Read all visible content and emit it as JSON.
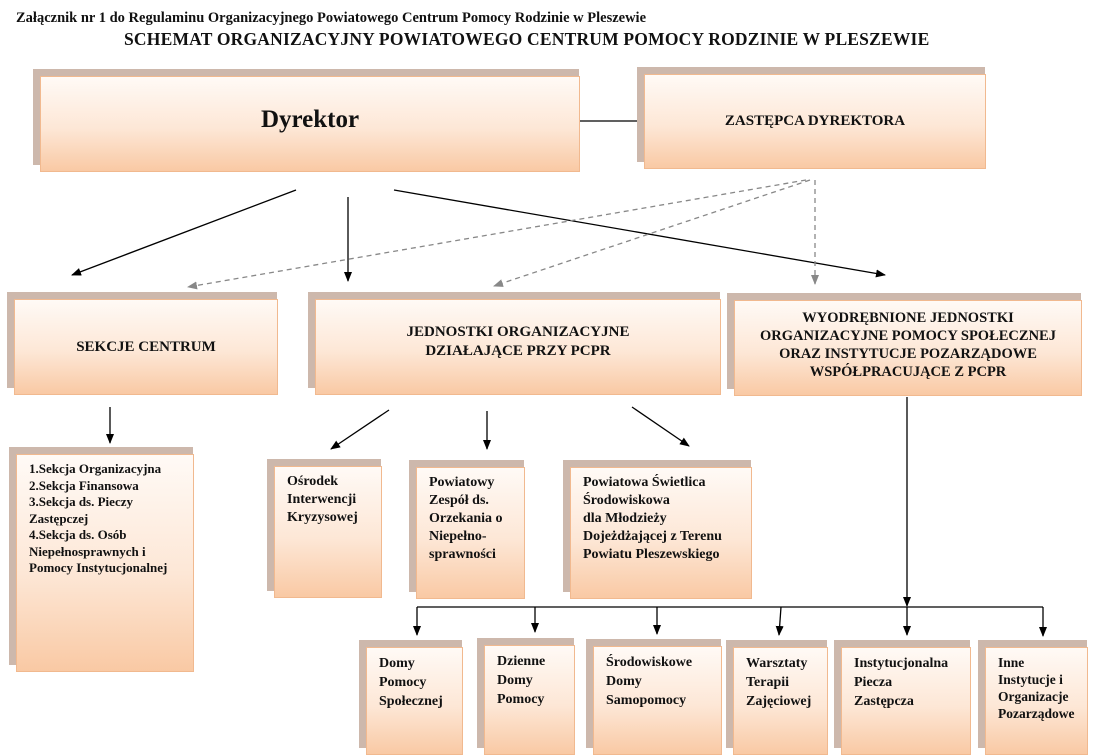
{
  "header": {
    "annex": "Załącznik nr 1 do Regulaminu Organizacyjnego Powiatowego Centrum Pomocy Rodzinie w Pleszewie",
    "title": "SCHEMAT ORGANIZACYJNY POWIATOWEGO CENTRUM POMOCY RODZINIE W PLESZEWIE"
  },
  "top": {
    "director": "Dyrektor",
    "deputy": "ZASTĘPCA DYREKTORA"
  },
  "level2": {
    "sections": "SEKCJE CENTRUM",
    "units": "JEDNOSTKI ORGANIZACYJNE\nDZIAŁAJĄCE PRZY PCPR",
    "separate": "WYODRĘBNIONE JEDNOSTKI\nORGANIZACYJNE POMOCY SPOŁECZNEJ\nORAZ INSTYTUCJE POZARZĄDOWE\nWSPÓŁPRACUJĄCE Z PCPR"
  },
  "sections_list": "1.Sekcja Organizacyjna\n2.Sekcja Finansowa\n3.Sekcja ds. Pieczy\nZastępczej\n4.Sekcja ds. Osób\nNiepełnosprawnych i\nPomocy Instytucjonalnej",
  "units_children": {
    "crisis": "Ośrodek\nInterwencji\nKryzysowej",
    "team": "Powiatowy\nZespół ds.\nOrzekania  o\nNiepełno-\nsprawności",
    "club": "Powiatowa Świetlica\nŚrodowiskowa\ndla Młodzieży\nDojeżdżającej z Terenu\nPowiatu Pleszewskiego"
  },
  "bottom": {
    "dps": "Domy\nPomocy\nSpołecznej",
    "dzienne": "Dzienne\nDomy\nPomocy",
    "sds": "Środowiskowe\nDomy\nSamopomocy",
    "wtz": "Warsztaty\nTerapii\nZajęciowej",
    "piecza": "Instytucjonalna\nPiecza\nZastępcza",
    "inne": "Inne\nInstytucje i\nOrganizacje\nPozarządowe"
  }
}
